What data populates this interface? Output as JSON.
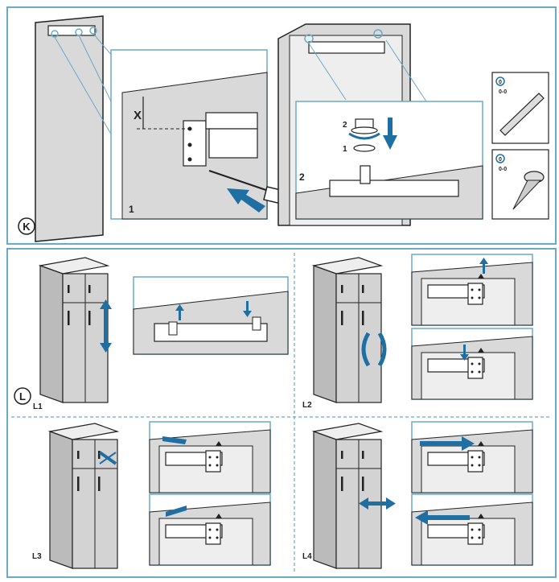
{
  "section_k": {
    "badge": "K",
    "step_1": "1",
    "step_2": "2",
    "dimension": "X",
    "part_a_badge": "0",
    "part_a_qty": "0-0",
    "part_b_badge": "0",
    "part_b_qty": "0-0",
    "cap_order_top": "2",
    "cap_order_bottom": "1"
  },
  "section_l": {
    "badge": "L",
    "step_l1": "L1",
    "step_l2": "L2",
    "step_l3": "L3",
    "step_l4": "L4"
  },
  "colors": {
    "frame": "#6aaac8",
    "arrow": "#1f6fa3",
    "door": "#d9d9d9",
    "outline": "#222222"
  }
}
